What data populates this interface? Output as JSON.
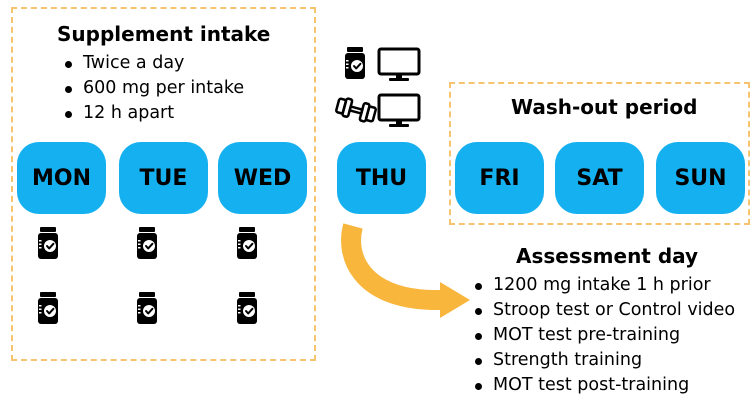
{
  "supplement": {
    "title": "Supplement intake",
    "bullets": [
      "Twice a day",
      "600 mg per intake",
      "12 h apart"
    ]
  },
  "days": [
    "MON",
    "TUE",
    "WED",
    "THU",
    "FRI",
    "SAT",
    "SUN"
  ],
  "washout": {
    "title": "Wash-out period"
  },
  "assessment": {
    "title": "Assessment day",
    "bullets": [
      "1200 mg intake 1 h prior",
      "Stroop test or Control video",
      "MOT test pre-training",
      "Strength training",
      "MOT test post-training"
    ]
  },
  "icons": {
    "daily_intake": "supplement-bottle-icon",
    "thursday_row1": [
      "supplement-bottle-icon",
      "computer-monitor-icon"
    ],
    "thursday_row2": [
      "dumbbell-icon",
      "computer-monitor-icon"
    ],
    "transition": "curved-arrow-icon"
  },
  "colors": {
    "day_fill": "#14b0f0",
    "frame": "#f6c46e",
    "arrow": "#f8b63c"
  }
}
